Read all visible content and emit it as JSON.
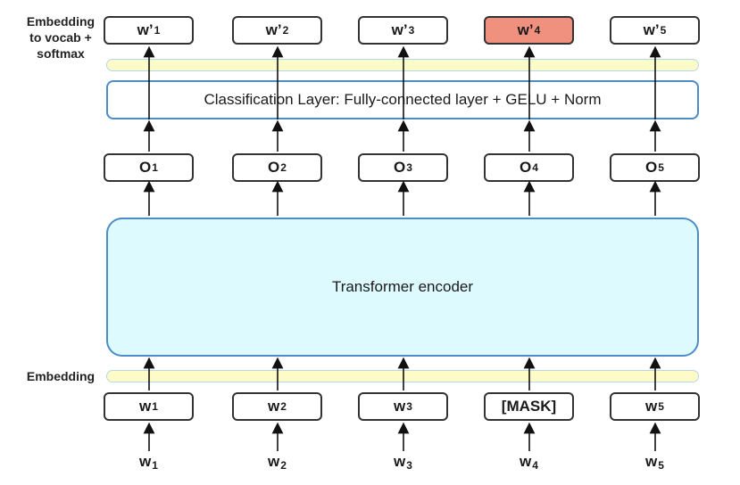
{
  "side_labels": {
    "output_embedding": "Embedding\nto vocab +\nsoftmax",
    "input_embedding": "Embedding"
  },
  "classification_layer": "Classification Layer: Fully-connected layer + GELU + Norm",
  "encoder": "Transformer encoder",
  "outputs_pred": [
    {
      "base": "w’",
      "sub": "1",
      "highlight": false
    },
    {
      "base": "w’",
      "sub": "2",
      "highlight": false
    },
    {
      "base": "w’",
      "sub": "3",
      "highlight": false
    },
    {
      "base": "w’",
      "sub": "4",
      "highlight": true
    },
    {
      "base": "w’",
      "sub": "5",
      "highlight": false
    }
  ],
  "encoder_outputs": [
    {
      "base": "O",
      "sub": "1"
    },
    {
      "base": "O",
      "sub": "2"
    },
    {
      "base": "O",
      "sub": "3"
    },
    {
      "base": "O",
      "sub": "4"
    },
    {
      "base": "O",
      "sub": "5"
    }
  ],
  "input_tokens": [
    {
      "base": "w",
      "sub": "1"
    },
    {
      "base": "w",
      "sub": "2"
    },
    {
      "base": "w",
      "sub": "3"
    },
    {
      "base": "[MASK]",
      "sub": ""
    },
    {
      "base": "w",
      "sub": "5"
    }
  ],
  "raw_inputs": [
    {
      "base": "w",
      "sub": "1"
    },
    {
      "base": "w",
      "sub": "2"
    },
    {
      "base": "w",
      "sub": "3"
    },
    {
      "base": "w",
      "sub": "4"
    },
    {
      "base": "w",
      "sub": "5"
    }
  ],
  "colors": {
    "highlight": "#f0917f",
    "encoder_fill": "#ddfbff",
    "layer_border": "#4c8dc9",
    "embedding_band": "#fdfbc8"
  }
}
